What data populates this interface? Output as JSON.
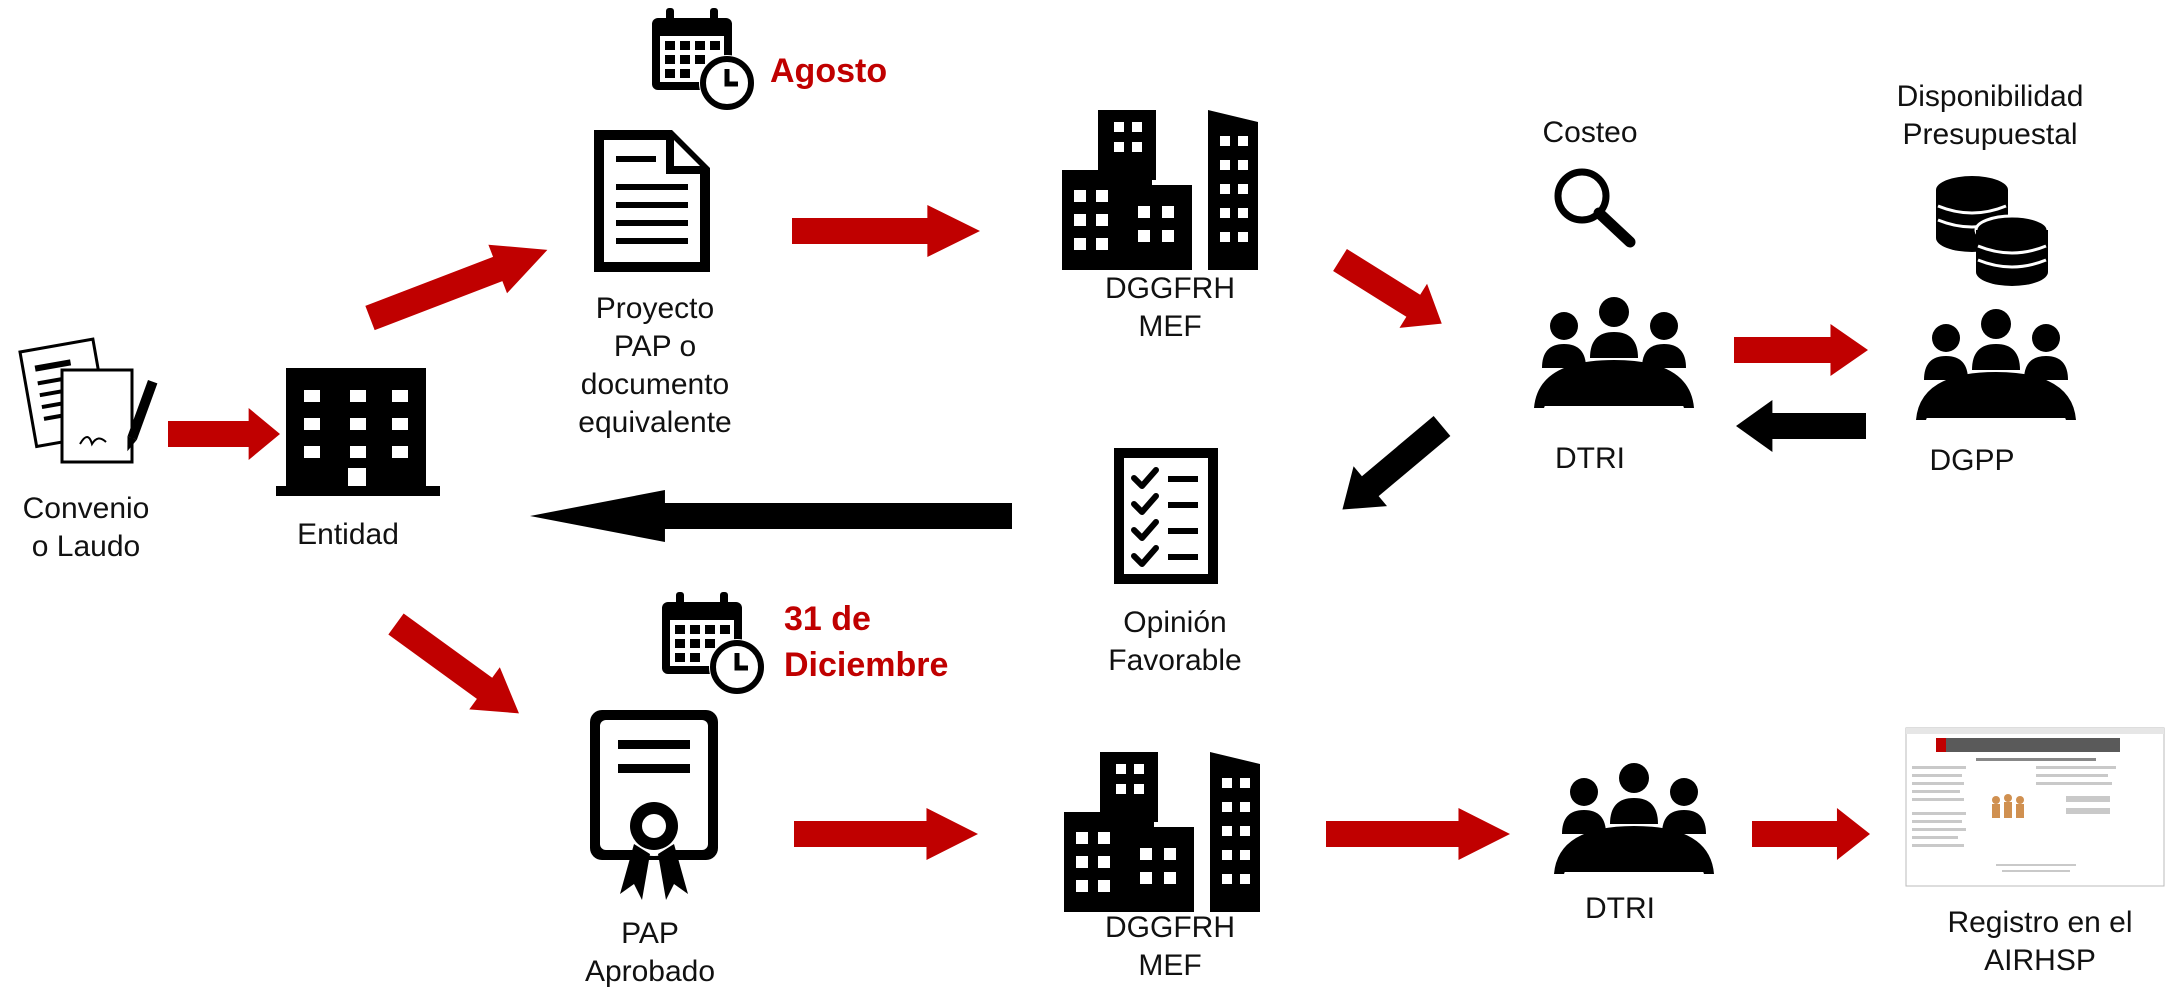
{
  "colors": {
    "accent": "#c00000",
    "ink": "#000000"
  },
  "nodes": {
    "convenio": "Convenio\no Laudo",
    "entidad": "Entidad",
    "proyecto": "Proyecto\nPAP o\ndocumento\nequivalente",
    "dggfrh_top": "DGGFRH\nMEF",
    "dtri_top": "DTRI",
    "costeo": "Costeo",
    "disponibilidad": "Disponibilidad\nPresupuestal",
    "dgpp": "DGPP",
    "opinion": "Opinión\nFavorable",
    "pap_aprobado": "PAP\nAprobado",
    "dggfrh_bottom": "DGGFRH\nMEF",
    "dtri_bottom": "DTRI",
    "registro": "Registro en el\nAIRHSP"
  },
  "dates": {
    "agosto": "Agosto",
    "diciembre": "31 de\nDiciembre"
  },
  "icons": {
    "contract": "contract-document-icon",
    "building": "building-icon",
    "document": "document-icon",
    "city": "city-buildings-icon",
    "meeting": "meeting-group-icon",
    "magnifier": "magnifier-icon",
    "coins": "coins-icon",
    "checklist": "checklist-icon",
    "certificate": "certificate-icon",
    "calendar": "calendar-clock-icon",
    "webpage": "website-screenshot-icon"
  }
}
